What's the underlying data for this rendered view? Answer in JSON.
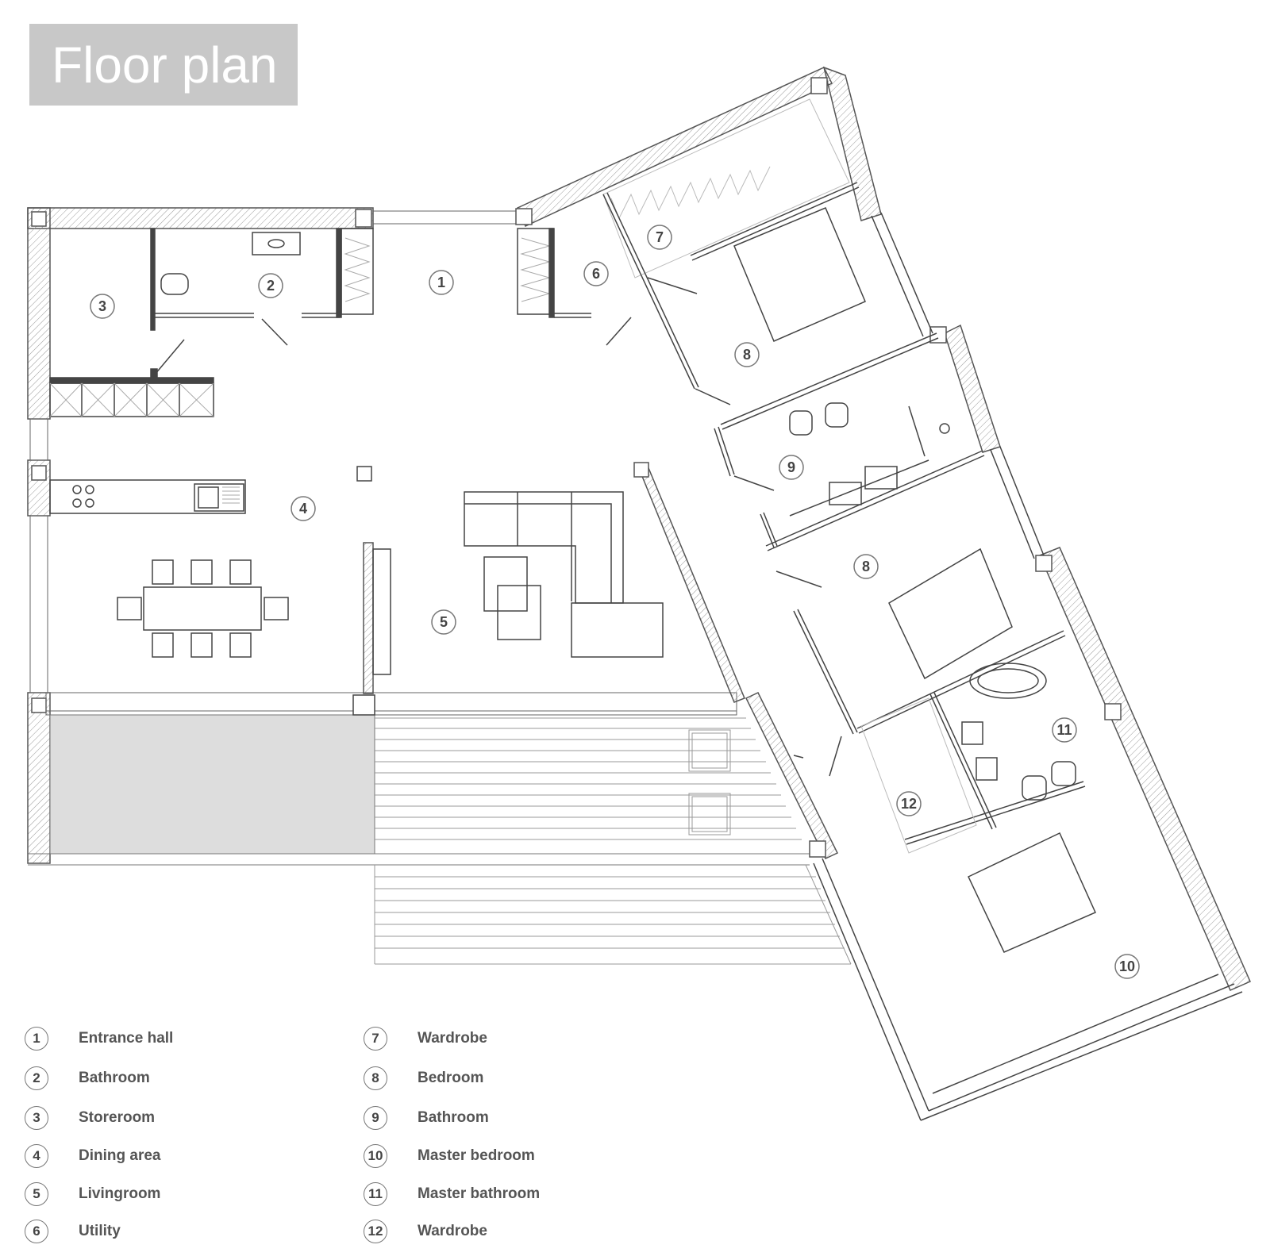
{
  "title": "Floor plan",
  "rooms": [
    {
      "num": "1",
      "name": "Entrance hall"
    },
    {
      "num": "2",
      "name": "Bathroom"
    },
    {
      "num": "3",
      "name": "Storeroom"
    },
    {
      "num": "4",
      "name": "Dining area"
    },
    {
      "num": "5",
      "name": "Livingroom"
    },
    {
      "num": "6",
      "name": "Utility"
    },
    {
      "num": "7",
      "name": "Wardrobe"
    },
    {
      "num": "8",
      "name": "Bedroom"
    },
    {
      "num": "9",
      "name": "Bathroom"
    },
    {
      "num": "10",
      "name": "Master bedroom"
    },
    {
      "num": "11",
      "name": "Master bathroom"
    },
    {
      "num": "12",
      "name": "Wardrobe"
    }
  ],
  "colors": {
    "wall": "#555555",
    "line": "#444444",
    "terrace": "#dddddd",
    "title_bg": "#c8c8c8"
  }
}
